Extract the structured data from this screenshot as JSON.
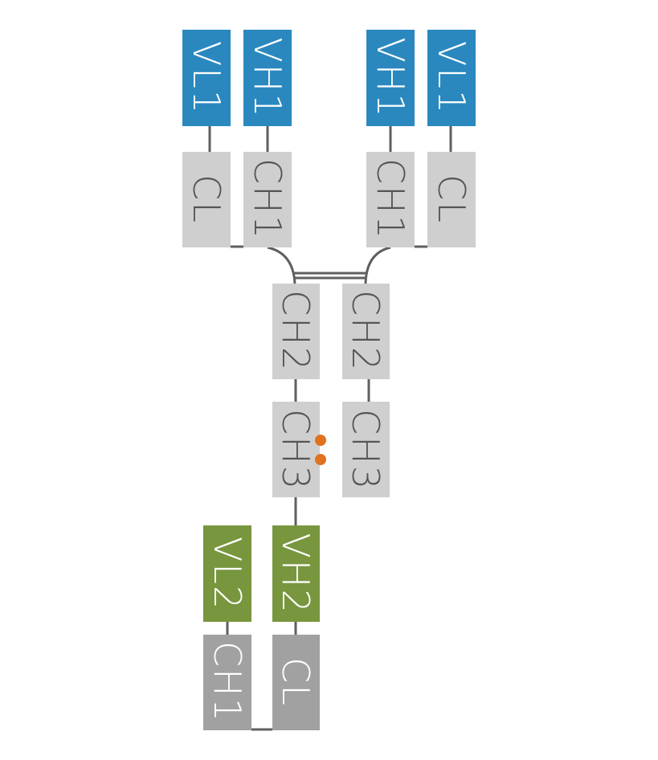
{
  "title": "Bispecific antibody domain architecture",
  "colors": {
    "variable_arm1": "#2A88BF",
    "variable_arm2": "#78963E",
    "constant_light": "#CFCFCF",
    "constant_dark": "#A0A1A0",
    "connector": "#5F5F5F",
    "mutation_marker": "#E0711F",
    "text_dark": "#555555",
    "text_light": "#FFFFFF"
  },
  "domains": {
    "left_fab": {
      "vl1": "VL1",
      "vh1": "VH1",
      "cl": "CL",
      "ch1": "CH1"
    },
    "right_fab": {
      "vh1": "VH1",
      "vl1": "VL1",
      "ch1": "CH1",
      "cl": "CL"
    },
    "fc": {
      "ch2_left": "CH2",
      "ch2_right": "CH2",
      "ch3_left": "CH3",
      "ch3_right": "CH3"
    },
    "bottom_scfab": {
      "vl2": "VL2",
      "vh2": "VH2",
      "ch1": "CH1",
      "cl": "CL"
    }
  },
  "markers": {
    "ch3_mutation_count": 2,
    "hinge_disulfide_count": 2
  }
}
